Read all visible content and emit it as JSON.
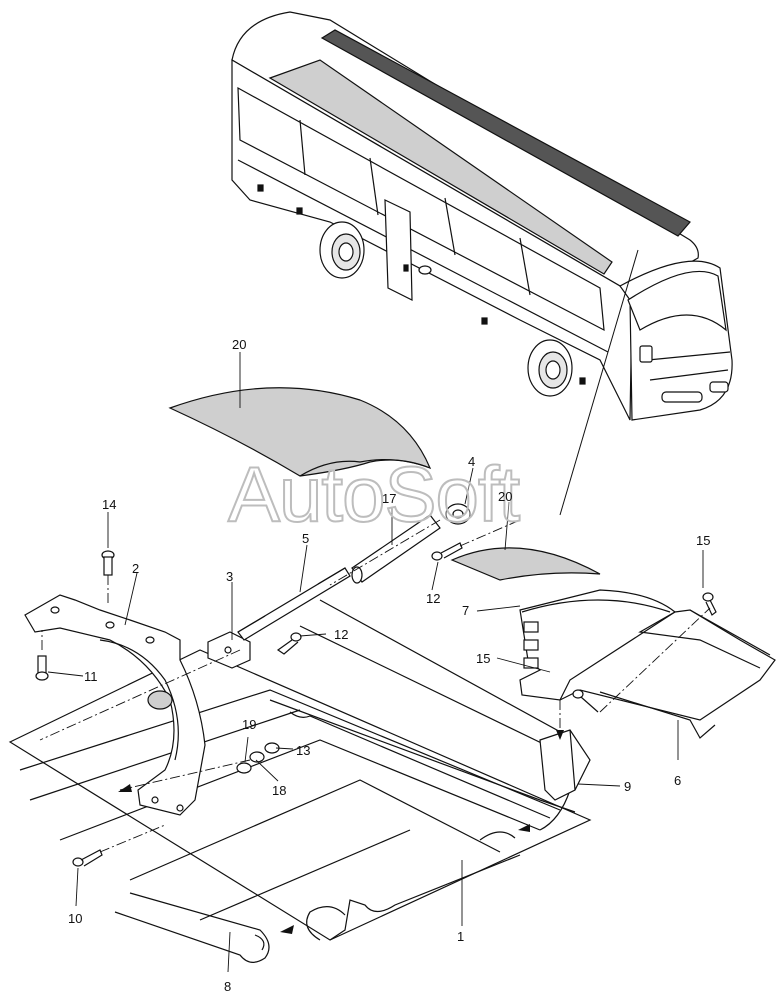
{
  "watermark": "AutoSoft",
  "callouts": {
    "c1": "1",
    "c2": "2",
    "c3": "3",
    "c4": "4",
    "c5": "5",
    "c6": "6",
    "c7": "7",
    "c8": "8",
    "c9": "9",
    "c10": "10",
    "c11": "11",
    "c12a": "12",
    "c12b": "12",
    "c13": "13",
    "c14": "14",
    "c15a": "15",
    "c15b": "15",
    "c17": "17",
    "c18": "18",
    "c19": "19",
    "c20a": "20",
    "c20b": "20"
  },
  "colors": {
    "line": "#111111",
    "shade": "#cfcfcf",
    "shade_light": "#e6e6e6",
    "watermark": "#bdbdbd"
  }
}
